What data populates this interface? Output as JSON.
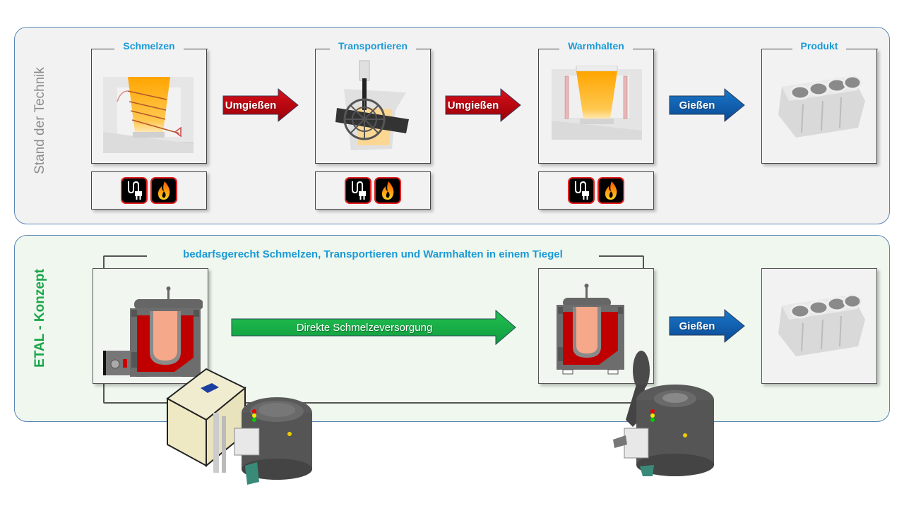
{
  "panels": {
    "top": {
      "label": "Stand der Technik"
    },
    "bottom": {
      "label": "ETAL - Konzept"
    }
  },
  "top_row": {
    "stages": [
      {
        "title": "Schmelzen",
        "illustration": "induction-melting-furnace",
        "energy_icons": [
          "electric-plug-icon",
          "flame-icon"
        ]
      },
      {
        "title": "Transportieren",
        "illustration": "transport-ladle",
        "energy_icons": [
          "electric-plug-icon",
          "flame-icon"
        ]
      },
      {
        "title": "Warmhalten",
        "illustration": "holding-furnace",
        "energy_icons": [
          "electric-plug-icon",
          "flame-icon"
        ]
      },
      {
        "title": "Produkt",
        "illustration": "engine-block-casting"
      }
    ],
    "arrows": [
      {
        "label": "Umgießen",
        "color": "#c0000c"
      },
      {
        "label": "Umgießen",
        "color": "#c0000c"
      },
      {
        "label": "Gießen",
        "color": "#1060b0"
      }
    ]
  },
  "bottom_row": {
    "bracket_title": "bedarfsgerecht Schmelzen, Transportieren und Warmhalten in einem Tiegel",
    "arrows": [
      {
        "label": "Direkte Schmelzeversorgung",
        "color": "#1db24b"
      },
      {
        "label": "Gießen",
        "color": "#1060b0"
      }
    ],
    "illustrations": [
      "crucible-furnace-with-burner",
      "crucible-furnace",
      "engine-block-casting",
      "melting-station-machine",
      "holding-furnace-machine"
    ]
  },
  "colors": {
    "title_blue": "#1a9ad6",
    "top_panel_bg": "#f2f2f2",
    "bottom_panel_bg": "#eff7ee",
    "panel_border": "#5b86b4",
    "etal_green": "#1aa64a",
    "stand_gray": "#8c8c8c"
  }
}
